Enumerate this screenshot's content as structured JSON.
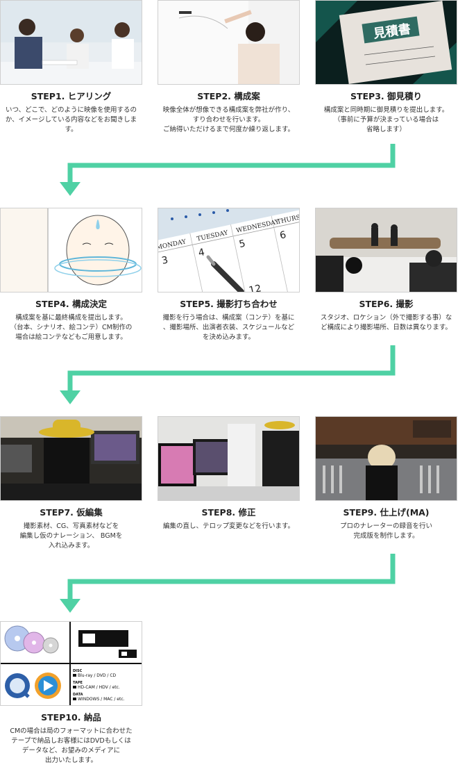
{
  "steps": [
    {
      "title": "STEP1. ヒアリング",
      "lines": [
        "いつ、どこで、どのように映像を使用するの",
        "か、イメージしている内容などをお聞きしま",
        "す。"
      ]
    },
    {
      "title": "STEP2. 構成案",
      "lines": [
        "映像全体が想像できる構成案を弊社が作り、",
        "すり合わせを行います。",
        "ご納得いただけるまで何度か繰り返します。"
      ]
    },
    {
      "title": "STEP3. 御見積り",
      "lines": [
        "構成案と同時期に御見積りを提出します。",
        "（事前に予算が決まっている場合は",
        "省略します）"
      ]
    },
    {
      "title": "STEP4.  構成決定",
      "lines": [
        "構成案を基に最終構成を提出します。",
        "（台本、シナリオ、絵コンテ）CM制作の",
        "場合は絵コンテなどもご用意します。"
      ]
    },
    {
      "title": "STEP5.  撮影打ち合わせ",
      "lines": [
        "撮影を行う場合は、構成案（コンテ）を基に",
        "、撮影場所、出演者衣装、スケジュールなど",
        "を決め込みます。"
      ]
    },
    {
      "title": "STEP6.  撮影",
      "lines": [
        "スタジオ、ロケション（外で撮影する事）な",
        "ど構成により撮影場所、日数は異なります。"
      ]
    },
    {
      "title": "STEP7.  仮編集",
      "lines": [
        "撮影素材、CG、写真素材などを",
        "編集し仮のナレーション、 BGMを",
        "入れ込みます。"
      ]
    },
    {
      "title": "STEP8.  修正",
      "lines": [
        "編集の直し、テロップ変更などを行います。"
      ]
    },
    {
      "title": "STEP9.  仕上げ(MA)",
      "lines": [
        "プロのナレーターの録音を行い",
        "完成版を制作します。"
      ]
    },
    {
      "title": "STEP10.  納品",
      "lines": [
        "CMの場合は局のフォーマットに合わせた",
        "テープで納品しお客様にはDVDもしくは",
        "データなど、お望みのメディアに",
        "出力いたします。"
      ]
    }
  ],
  "estimate_sign": "見積書",
  "calendar": {
    "days": [
      "MONDAY",
      "TUESDAY",
      "WEDNESDAY",
      "THURSDAY"
    ],
    "numbers": [
      "3",
      "4",
      "5",
      "6",
      "12"
    ]
  },
  "media": {
    "disc_label": "DISC",
    "disc_value": "Blu-ray / DVD / CD",
    "tape_label": "TAPE",
    "tape_value": "HD-CAM / HDV / etc.",
    "data_label": "DATA",
    "data_value": "WINDOWS / MAC / etc."
  },
  "colors": {
    "arrow": "#4fd1a4",
    "border": "#cfcfcf"
  }
}
